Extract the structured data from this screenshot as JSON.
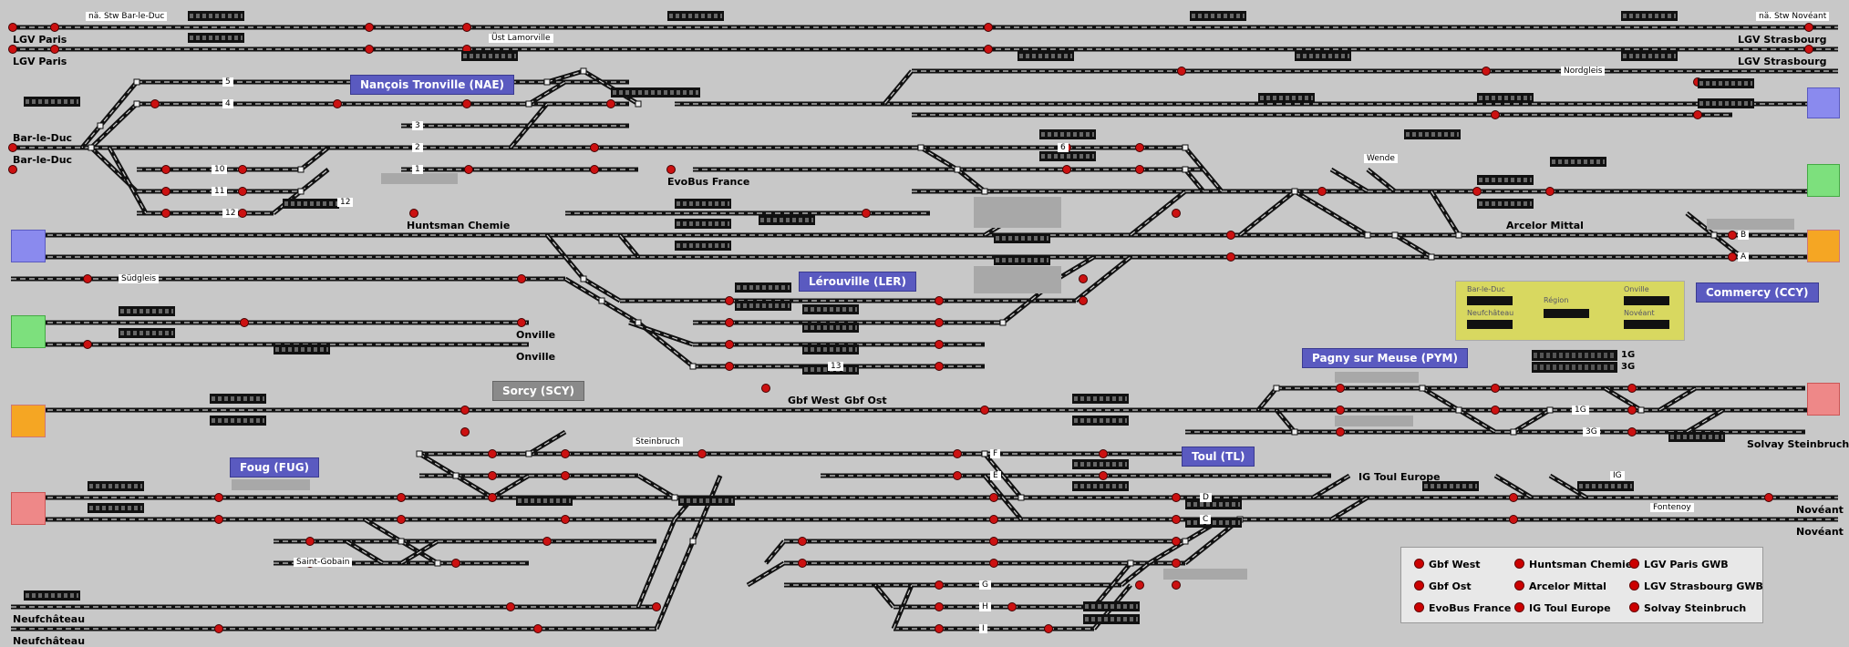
{
  "colors": {
    "background": "#c8c8c8",
    "track": "#111111",
    "signal_red": "#cc1111",
    "station_label": "#5a5ac0",
    "end_blue": "#8a8aee",
    "end_green": "#7de07d",
    "end_orange": "#f5a623",
    "end_red": "#ee8888",
    "panel_yellow": "#d8d860"
  },
  "track_labels": [
    {
      "id": "lgv-paris-1",
      "text": "LGV Paris"
    },
    {
      "id": "lgv-paris-2",
      "text": "LGV Paris"
    },
    {
      "id": "bar-le-duc-1",
      "text": "Bar-le-Duc"
    },
    {
      "id": "bar-le-duc-2",
      "text": "Bar-le-Duc"
    },
    {
      "id": "neufchateau-1",
      "text": "Neufchâteau"
    },
    {
      "id": "neufchateau-2",
      "text": "Neufchâteau"
    },
    {
      "id": "lgv-strasbourg-1",
      "text": "LGV Strasbourg"
    },
    {
      "id": "lgv-strasbourg-2",
      "text": "LGV Strasbourg"
    },
    {
      "id": "onville-1",
      "text": "Onville"
    },
    {
      "id": "onville-2",
      "text": "Onville"
    },
    {
      "id": "novéant-1",
      "text": "Novéant"
    },
    {
      "id": "novéant-2",
      "text": "Novéant"
    },
    {
      "id": "solvay",
      "text": "Solvay Steinbruch"
    },
    {
      "id": "evobus",
      "text": "EvoBus France"
    },
    {
      "id": "huntsman",
      "text": "Huntsman Chemie"
    },
    {
      "id": "arcelor",
      "text": "Arcelor Mittal"
    },
    {
      "id": "ig-toul",
      "text": "IG Toul Europe"
    },
    {
      "id": "gbf-west",
      "text": "Gbf West"
    },
    {
      "id": "gbf-ost",
      "text": "Gbf Ost"
    },
    {
      "id": "saint-gobain",
      "text": "Saint-Gobain"
    },
    {
      "id": "steinbruch",
      "text": "Steinbruch"
    },
    {
      "id": "wende",
      "text": "Wende"
    },
    {
      "id": "nordgleis",
      "text": "Nordgleis"
    },
    {
      "id": "sudgleis",
      "text": "Südgleis"
    },
    {
      "id": "fontenoy",
      "text": "Fontenoy"
    },
    {
      "id": "ust-lamorville",
      "text": "Üst Lamorville"
    },
    {
      "id": "na-bar",
      "text": "nä. Stw Bar-le-Duc"
    },
    {
      "id": "na-noveant",
      "text": "nä. Stw Novéant"
    }
  ],
  "stations": [
    {
      "id": "nae",
      "text": "Nançois Tronville (NAE)"
    },
    {
      "id": "ler",
      "text": "Lérouville (LER)"
    },
    {
      "id": "ccy",
      "text": "Commercy (CCY)"
    },
    {
      "id": "pym",
      "text": "Pagny sur Meuse (PYM)"
    },
    {
      "id": "scy",
      "text": "Sorcy (SCY)"
    },
    {
      "id": "fug",
      "text": "Foug (FUG)"
    },
    {
      "id": "tl",
      "text": "Toul (TL)"
    }
  ],
  "track_numbers": [
    "5",
    "4",
    "3",
    "2",
    "1",
    "10",
    "11",
    "12",
    "13",
    "6",
    "B",
    "A",
    "1G",
    "3G",
    "D",
    "C",
    "E",
    "F",
    "G",
    "H",
    "I",
    "IG",
    "12"
  ],
  "panel": {
    "labels": [
      "Bar-le-Duc",
      "Région",
      "Onville",
      "Neufchâteau",
      "Novéant"
    ]
  },
  "side_block_labels": [
    "1G",
    "3G"
  ],
  "legend": {
    "items": [
      "Gbf West",
      "Huntsman Chemie",
      "LGV Paris GWB",
      "Gbf Ost",
      "Arcelor Mittal",
      "LGV Strasbourg GWB",
      "EvoBus France",
      "IG Toul Europe",
      "Solvay Steinbruch"
    ]
  }
}
